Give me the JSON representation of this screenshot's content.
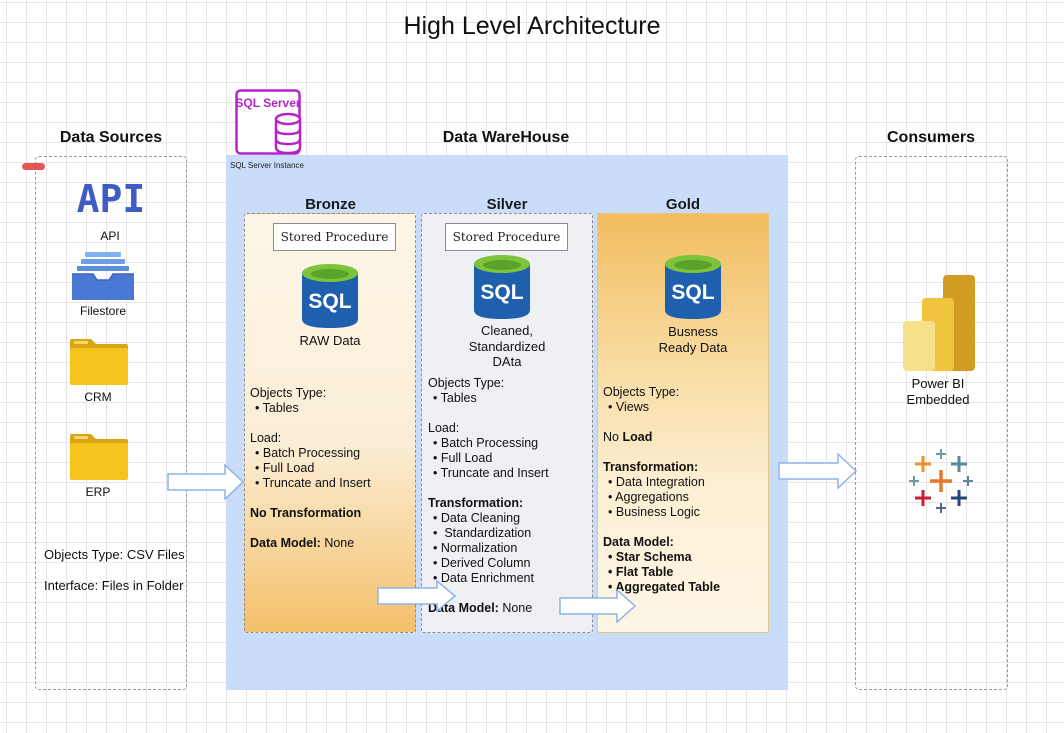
{
  "title": "High Level Architecture",
  "columns": {
    "sources": "Data Sources",
    "warehouse": "Data WareHouse",
    "consumers": "Consumers"
  },
  "sources": {
    "api_logo_text": "API",
    "items": [
      "API",
      "Filestore",
      "CRM",
      "ERP"
    ],
    "objects_type": "Objects Type: CSV Files",
    "interface": "Interface: Files in Folder"
  },
  "sql_server": {
    "logo_text": "SQL Server",
    "instance_label": "SQL Server Instance"
  },
  "db_icon_text": "SQL",
  "bronze": {
    "title": "Bronze",
    "procedure": "Stored Procedure",
    "caption": [
      "RAW Data"
    ],
    "objects_header": "Objects Type:",
    "objects": [
      "Tables"
    ],
    "load_header": "Load:",
    "load": [
      "Batch Processing",
      "Full Load",
      "Truncate and Insert"
    ],
    "transformation": "No Transformation",
    "data_model_label": "Data Model:",
    "data_model_value": "None"
  },
  "silver": {
    "title": "Silver",
    "procedure": "Stored Procedure",
    "caption": [
      "Cleaned,",
      "Standardized",
      "DAta"
    ],
    "objects_header": "Objects Type:",
    "objects": [
      "Tables"
    ],
    "load_header": "Load:",
    "load": [
      "Batch Processing",
      "Full Load",
      "Truncate and Insert"
    ],
    "transformation_header": "Transformation:",
    "transformations": [
      "Data Cleaning",
      " Standardization",
      "Normalization",
      "Derived Column",
      "Data Enrichment"
    ],
    "data_model_label": "Data Model:",
    "data_model_value": "None"
  },
  "gold": {
    "title": "Gold",
    "caption": [
      "Busness",
      "Ready Data"
    ],
    "objects_header": "Objects Type:",
    "objects": [
      "Views"
    ],
    "load_prefix": "No",
    "load_word": "Load",
    "transformation_header": "Transformation:",
    "transformations": [
      "Data Integration",
      "Aggregations",
      "Business Logic"
    ],
    "data_model_header": "Data Model:",
    "data_models": [
      "Star Schema",
      "Flat Table",
      "Aggregated Table"
    ]
  },
  "consumers": {
    "powerbi_label": [
      "Power BI",
      "Embedded"
    ]
  },
  "colors": {
    "warehouse_bg": "#c9dcfb",
    "bronze_top": "#fdf6e8",
    "bronze_bottom": "#f4c06a",
    "silver_bg": "#eef0f3",
    "gold_top": "#f2bd5f",
    "gold_bottom": "#fdf4df",
    "sql_blue": "#1e5fae",
    "sql_green": "#7cc43a",
    "folder_yellow": "#f6c21c",
    "sql_server_purple": "#b424c7",
    "arrow_stroke": "#8fb3e6"
  }
}
